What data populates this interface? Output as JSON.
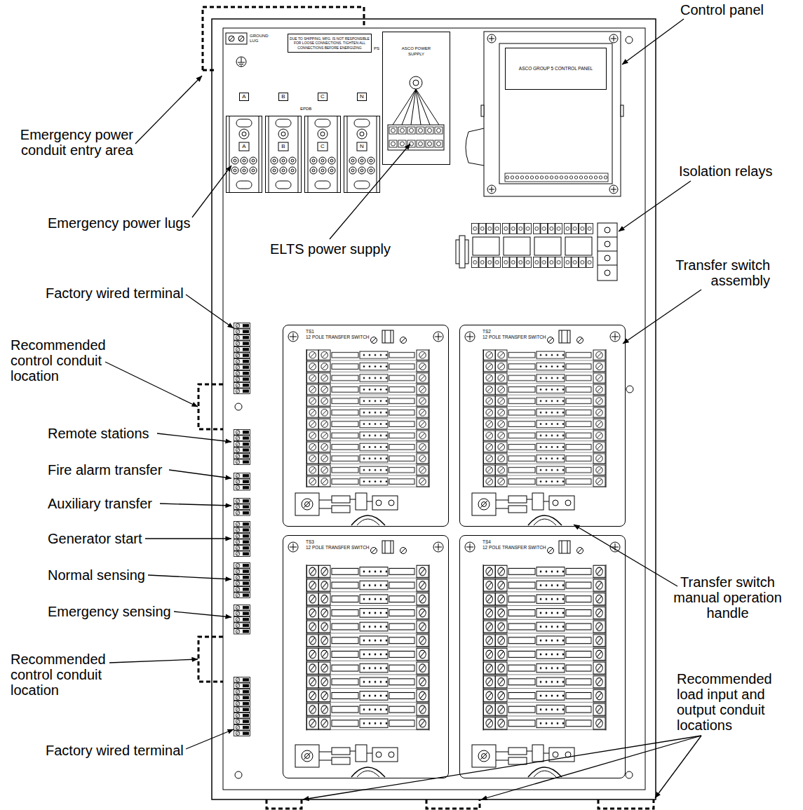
{
  "diagram": {
    "nodes": [
      {
        "text": [
          "DUE TO SHIPPING, MFG. IS NOT RESPONSIBLE FOR LOOSE CONNECTIONS. TIGHTEN ALL CONNECTIONS BEFORE ENERGIZING"
        ]
      },
      {
        "text": [
          "A"
        ]
      },
      {
        "text": [
          "B"
        ]
      },
      {
        "text": [
          "C"
        ]
      },
      {
        "text": [
          "N"
        ]
      },
      {
        "text": [
          "ASCO POWER SUPPLY"
        ]
      },
      {
        "text": [
          "ASCO GROUP 5 CONTROL PANEL"
        ]
      },
      {
        "text": [
          "TS1",
          "12 POLE TRANSFER SWITCH"
        ]
      },
      {
        "text": [
          "TS2",
          "12 POLE TRANSFER SWITCH"
        ]
      },
      {
        "text": [
          "TS3",
          "12 POLE TRANSFER SWITCH"
        ]
      },
      {
        "text": [
          "TS4",
          "12 POLE TRANSFER SWITCH"
        ]
      }
    ],
    "labels": [
      "Control panel",
      "Emergency power conduit entry area",
      "Emergency power lugs",
      "ELTS power supply",
      "Isolation relays",
      "Factory wired terminal",
      "Transfer switch assembly",
      "Recommended control conduit location",
      "Remote stations",
      "Fire alarm transfer",
      "Auxiliary transfer",
      "Generator start",
      "Normal sensing",
      "Emergency sensing",
      "Recommended control conduit location",
      "Factory wired terminal",
      "Transfer switch manual operation handle",
      "Recommended load input and output conduit locations",
      "GROUND LUG",
      "PS",
      "EPDB",
      "A",
      "B",
      "C",
      "N"
    ]
  }
}
